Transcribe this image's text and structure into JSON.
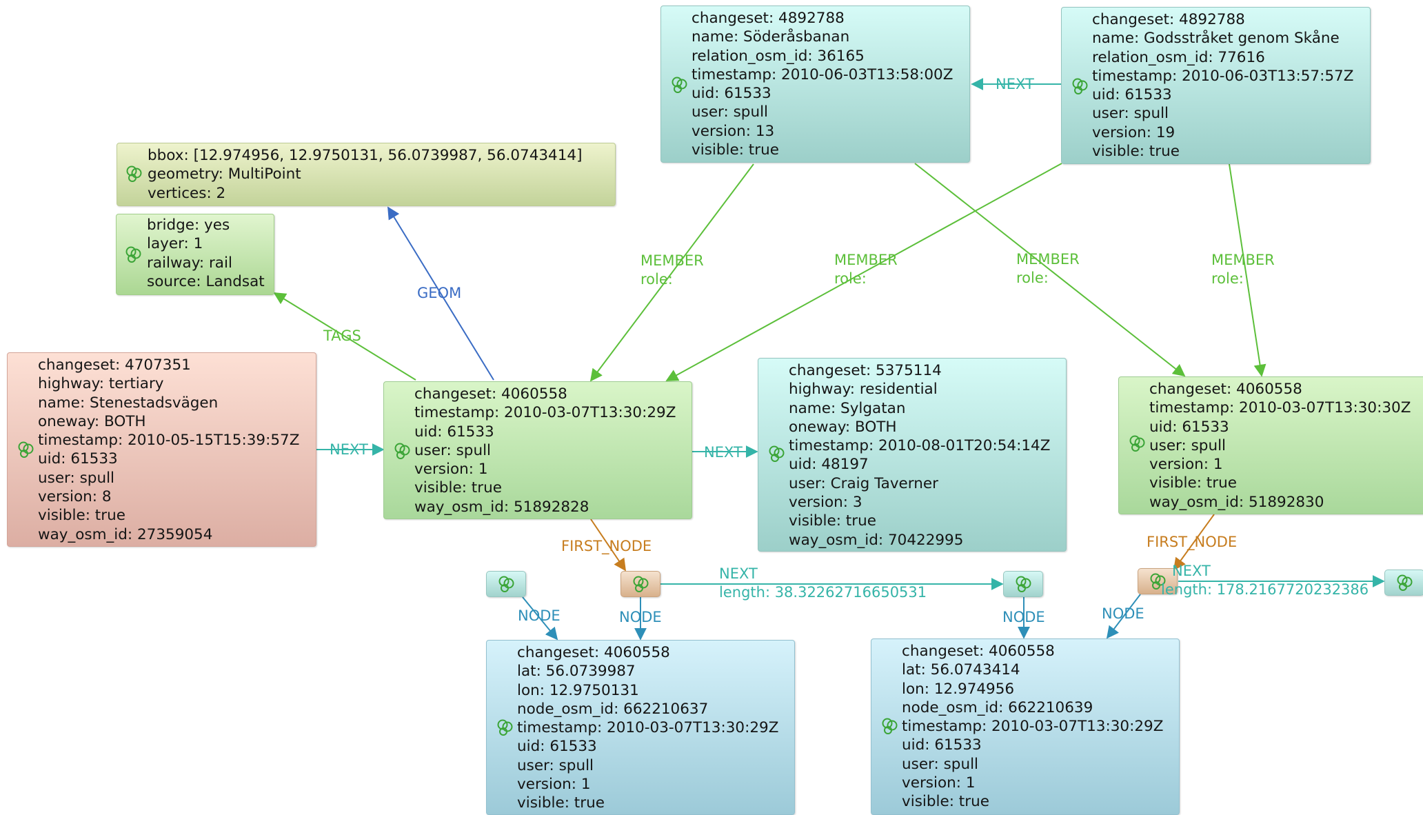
{
  "colors": {
    "next_edge": "#35b4a8",
    "member_edge": "#5cbf3a",
    "tags_edge": "#5cbf3a",
    "geom_edge": "#3a6cc4",
    "first_node_edge": "#c77d1f",
    "node_edge": "#2e8fb8"
  },
  "icon_name": "node-glyph-icon",
  "nodes": {
    "rel_a": [
      "changeset: 4892788",
      "name: Söderåsbanan",
      "relation_osm_id: 36165",
      "timestamp: 2010-06-03T13:58:00Z",
      "uid: 61533",
      "user: spull",
      "version: 13",
      "visible: true"
    ],
    "rel_b": [
      "changeset: 4892788",
      "name: Godsstråket genom Skåne",
      "relation_osm_id: 77616",
      "timestamp: 2010-06-03T13:57:57Z",
      "uid: 61533",
      "user: spull",
      "version: 19",
      "visible: true"
    ],
    "geom": [
      "bbox: [12.974956, 12.9750131, 56.0739987, 56.0743414]",
      "geometry: MultiPoint",
      "vertices: 2"
    ],
    "tags": [
      "bridge: yes",
      "layer: 1",
      "railway: rail",
      "source: Landsat"
    ],
    "way_prev": [
      "changeset: 4707351",
      "highway: tertiary",
      "name: Stenestadsvägen",
      "oneway: BOTH",
      "timestamp: 2010-05-15T15:39:57Z",
      "uid: 61533",
      "user: spull",
      "version: 8",
      "visible: true",
      "way_osm_id: 27359054"
    ],
    "way_main": [
      "changeset: 4060558",
      "timestamp: 2010-03-07T13:30:29Z",
      "uid: 61533",
      "user: spull",
      "version: 1",
      "visible: true",
      "way_osm_id: 51892828"
    ],
    "way_next": [
      "changeset: 5375114",
      "highway: residential",
      "name: Sylgatan",
      "oneway: BOTH",
      "timestamp: 2010-08-01T20:54:14Z",
      "uid: 48197",
      "user: Craig Taverner",
      "version: 3",
      "visible: true",
      "way_osm_id: 70422995"
    ],
    "way_right": [
      "changeset: 4060558",
      "timestamp: 2010-03-07T13:30:30Z",
      "uid: 61533",
      "user: spull",
      "version: 1",
      "visible: true",
      "way_osm_id: 51892830"
    ],
    "osm_node_a": [
      "changeset: 4060558",
      "lat: 56.0739987",
      "lon: 12.9750131",
      "node_osm_id: 662210637",
      "timestamp: 2010-03-07T13:30:29Z",
      "uid: 61533",
      "user: spull",
      "version: 1",
      "visible: true"
    ],
    "osm_node_b": [
      "changeset: 4060558",
      "lat: 56.0743414",
      "lon: 12.974956",
      "node_osm_id: 662210639",
      "timestamp: 2010-03-07T13:30:29Z",
      "uid: 61533",
      "user: spull",
      "version: 1",
      "visible: true"
    ]
  },
  "edge_labels": {
    "next": "NEXT",
    "member": "MEMBER",
    "role": "role:",
    "tags": "TAGS",
    "geom": "GEOM",
    "first_node": "FIRST_NODE",
    "node": "NODE",
    "length_1": "length: 38.32262716650531",
    "length_2": "length: 178.2167720232386"
  }
}
